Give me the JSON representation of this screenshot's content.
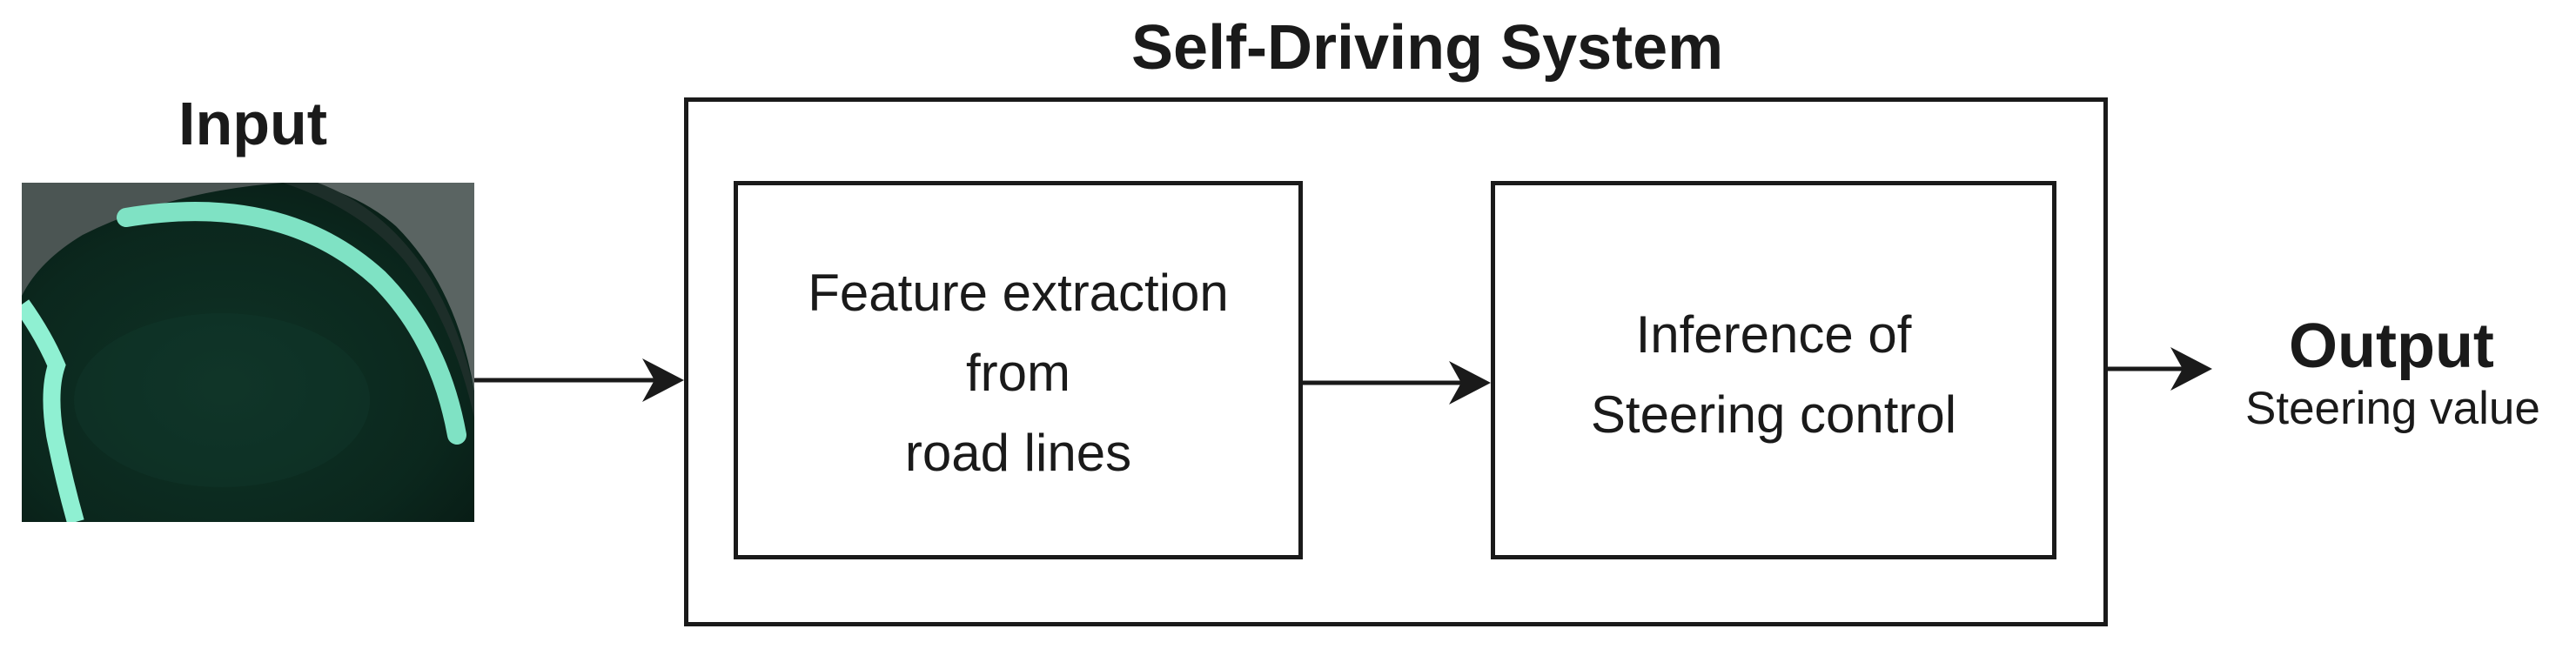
{
  "input": {
    "title": "Input",
    "image_icon": "camera-road-image"
  },
  "system": {
    "title": "Self-Driving System",
    "feature_block": {
      "lines": [
        "Feature extraction",
        "from",
        "road lines"
      ]
    },
    "inference_block": {
      "lines": [
        "Inference of",
        "Steering control"
      ]
    }
  },
  "output": {
    "title": "Output",
    "subtitle": "Steering value"
  },
  "colors": {
    "line": "#1a1a1a",
    "road_dark": "#0c2a20",
    "lane_line": "#6fd9b8"
  }
}
